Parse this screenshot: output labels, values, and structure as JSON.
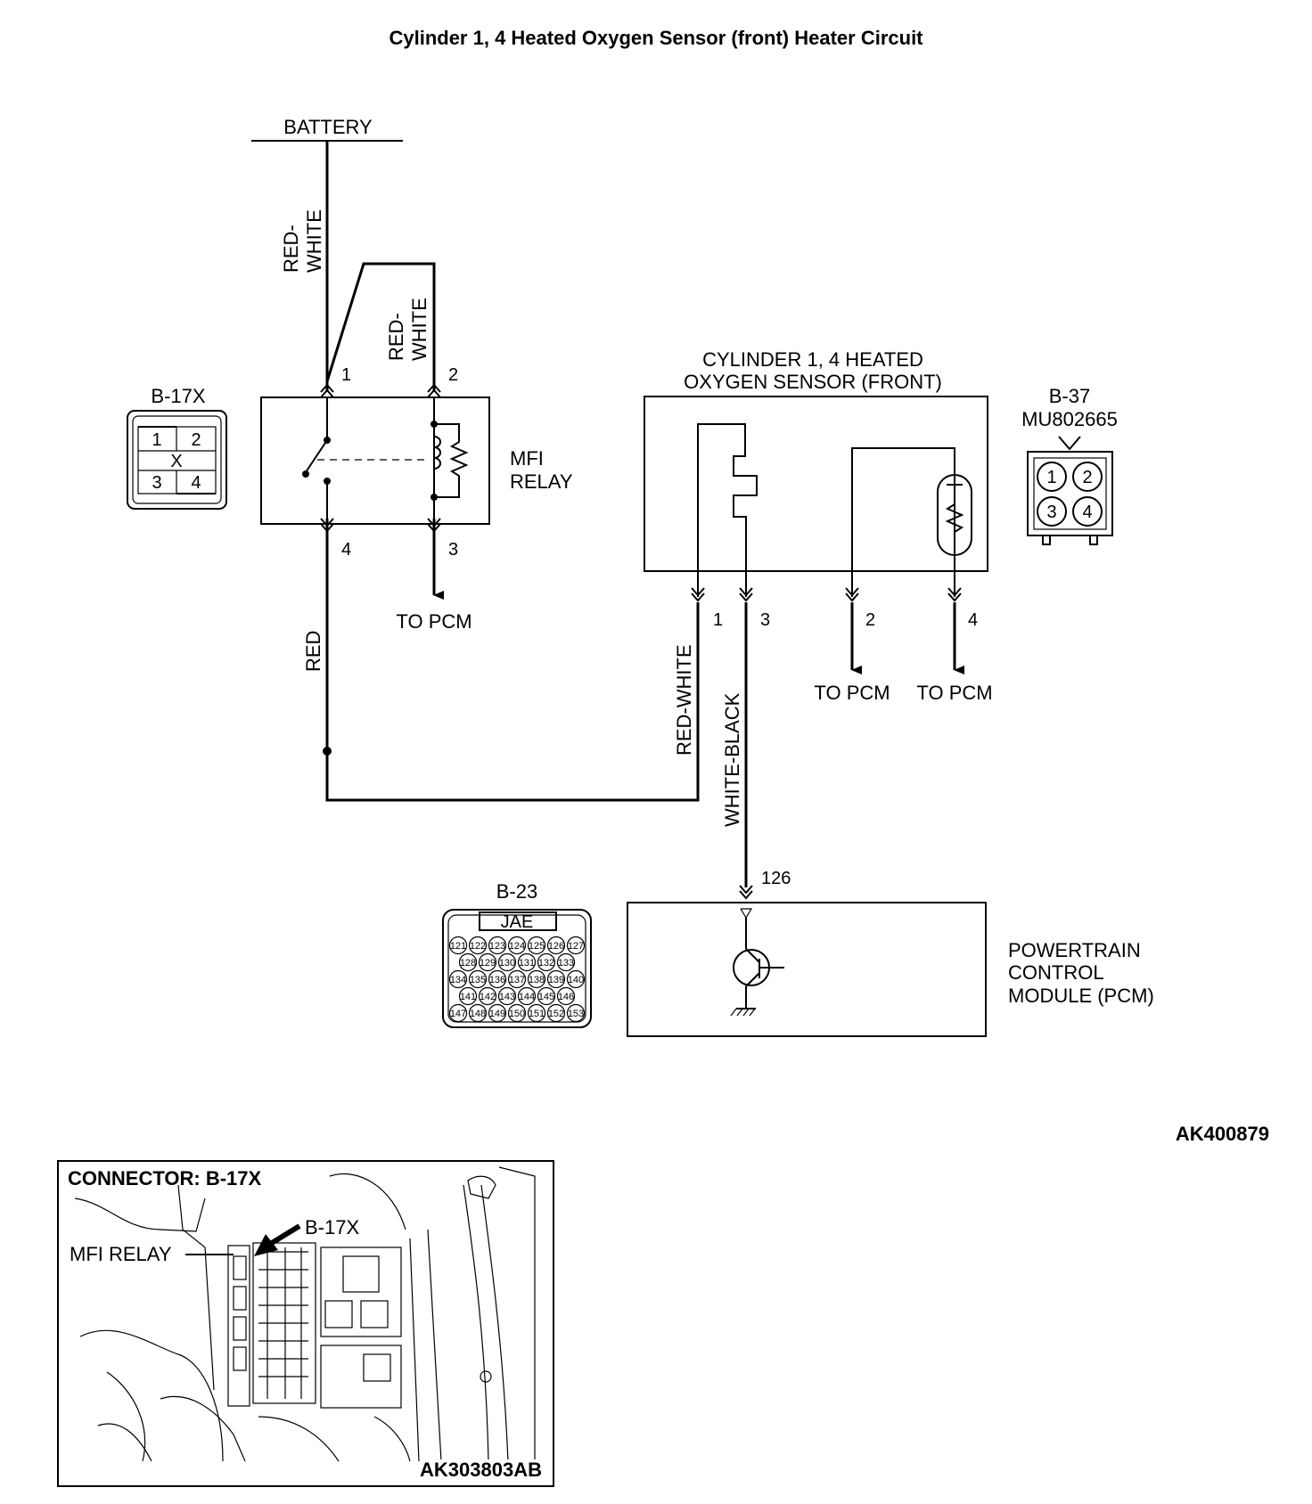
{
  "title": "Cylinder 1, 4 Heated Oxygen Sensor (front) Heater Circuit",
  "battery": "BATTERY",
  "wires": {
    "battery_relay": "RED-WHITE",
    "relay_pin2_line1": "RED-",
    "relay_pin2_line2": "WHITE",
    "battery_line1": "RED-",
    "battery_line2": "WHITE",
    "relay_to_sensor": "RED",
    "sensor_pin1": "RED-WHITE",
    "sensor_pin3": "WHITE-BLACK"
  },
  "relay": {
    "line1": "MFI",
    "line2": "RELAY",
    "connector": "B-17X",
    "pins": [
      "1",
      "2",
      "3",
      "4"
    ],
    "pin_top_left": "1",
    "pin_top_right": "2",
    "pin_bottom_left": "4",
    "pin_bottom_right": "3",
    "to_pcm": "TO PCM",
    "face_mark": "X"
  },
  "sensor": {
    "line1": "CYLINDER 1, 4 HEATED",
    "line2": "OXYGEN SENSOR (FRONT)",
    "connector": "B-37",
    "part_number": "MU802665",
    "pins": [
      "1",
      "2",
      "3",
      "4"
    ],
    "pin_labels": [
      "1",
      "3",
      "2",
      "4"
    ],
    "to_pcm_1": "TO PCM",
    "to_pcm_2": "TO PCM"
  },
  "pcm": {
    "line1": "POWERTRAIN",
    "line2": "CONTROL",
    "line3": "MODULE (PCM)",
    "connector": "B-23",
    "maker": "JAE",
    "pin": "126",
    "connector_rows": [
      [
        "121",
        "122",
        "123",
        "124",
        "125",
        "126",
        "127"
      ],
      [
        "128",
        "129",
        "130",
        "131",
        "132",
        "133"
      ],
      [
        "134",
        "135",
        "136",
        "137",
        "138",
        "139",
        "140"
      ],
      [
        "141",
        "142",
        "143",
        "144",
        "145",
        "146"
      ],
      [
        "147",
        "148",
        "149",
        "150",
        "151",
        "152",
        "153"
      ]
    ]
  },
  "figure_code": "AK400879",
  "inset": {
    "title": "CONNECTOR: B-17X",
    "relay_label": "MFI RELAY",
    "connector_label": "B-17X",
    "code": "AK303803AB"
  }
}
